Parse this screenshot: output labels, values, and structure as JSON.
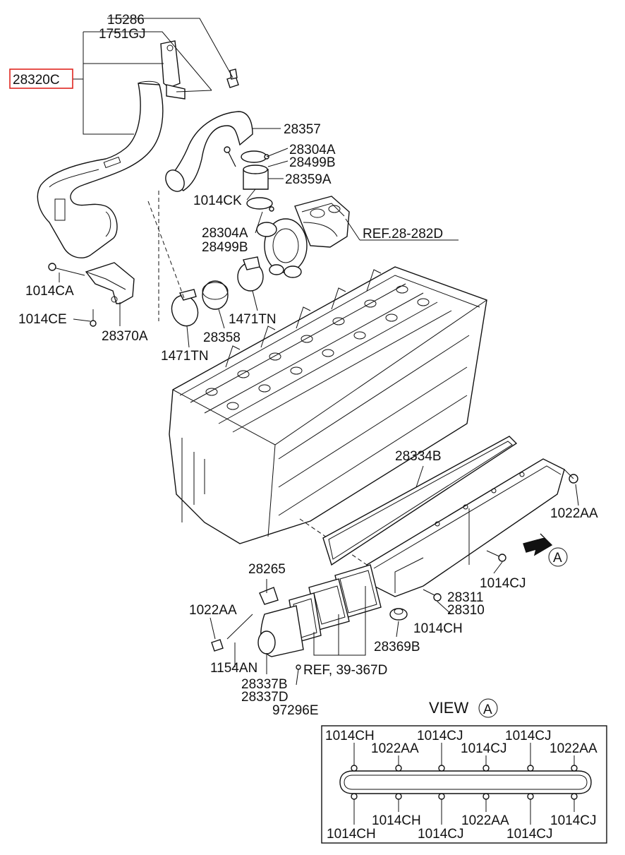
{
  "highlight_color": "#e0261f",
  "labels": {
    "p15286": "15286",
    "p1751GJ": "1751GJ",
    "p28320C": "28320C",
    "p28357": "28357",
    "p28304A_top": "28304A",
    "p28499B_top": "28499B",
    "p28359A": "28359A",
    "p1014CK": "1014CK",
    "p28304A_low": "28304A",
    "p28499B_low": "28499B",
    "ref28282D": "REF.28-282D",
    "p1014CA": "1014CA",
    "p1014CE": "1014CE",
    "p28370A": "28370A",
    "p1471TN_right": "1471TN",
    "p28358": "28358",
    "p1471TN_left": "1471TN",
    "p28334B": "28334B",
    "p1022AA_right": "1022AA",
    "viewA_marker": "A",
    "p1014CJ_mid": "1014CJ",
    "p28311": "28311",
    "p28310": "28310",
    "p28265": "28265",
    "p1022AA_left": "1022AA",
    "p1014CH_mid": "1014CH",
    "p28369B": "28369B",
    "p1154AN": "1154AN",
    "ref39367D": "REF, 39-367D",
    "p28337B": "28337B",
    "p28337D": "28337D",
    "p97296E": "97296E"
  },
  "view_a": {
    "title": "VIEW",
    "marker": "A",
    "top_labels": [
      "1014CH",
      "1022AA",
      "1014CJ",
      "1014CJ",
      "1014CJ",
      "1022AA"
    ],
    "bottom_labels": [
      "1014CH",
      "1014CH",
      "1014CJ",
      "1022AA",
      "1014CJ",
      "1014CJ"
    ]
  }
}
